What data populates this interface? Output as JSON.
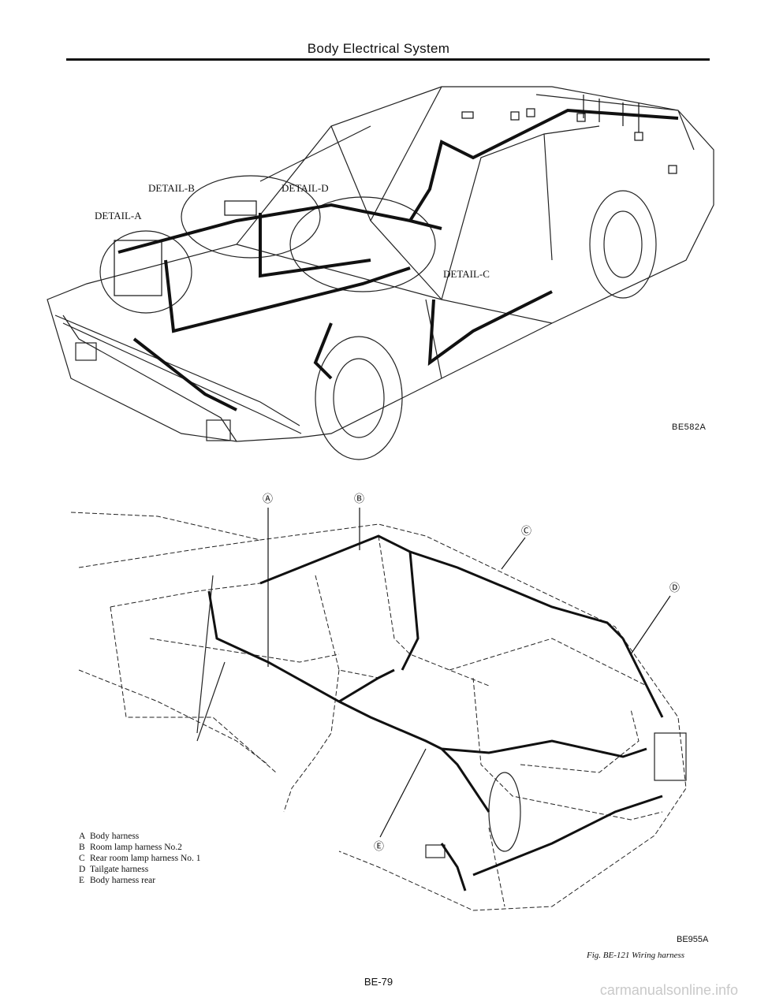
{
  "header": {
    "title": "Body Electrical System"
  },
  "top_figure": {
    "detail_labels": [
      "DETAIL-A",
      "DETAIL-B",
      "DETAIL-C",
      "DETAIL-D"
    ],
    "code": "BE582A"
  },
  "bottom_figure": {
    "callouts": [
      "Ⓐ",
      "Ⓑ",
      "Ⓒ",
      "Ⓓ",
      "Ⓔ"
    ],
    "code": "BE955A"
  },
  "legend": [
    {
      "key": "A",
      "text": "Body harness"
    },
    {
      "key": "B",
      "text": "Room lamp harness No.2"
    },
    {
      "key": "C",
      "text": "Rear room lamp harness No. 1"
    },
    {
      "key": "D",
      "text": "Tailgate harness"
    },
    {
      "key": "E",
      "text": "Body harness rear"
    }
  ],
  "caption": "Fig. BE-121  Wiring harness",
  "page_number": "BE-79",
  "watermark": "carmanualsonline.info"
}
